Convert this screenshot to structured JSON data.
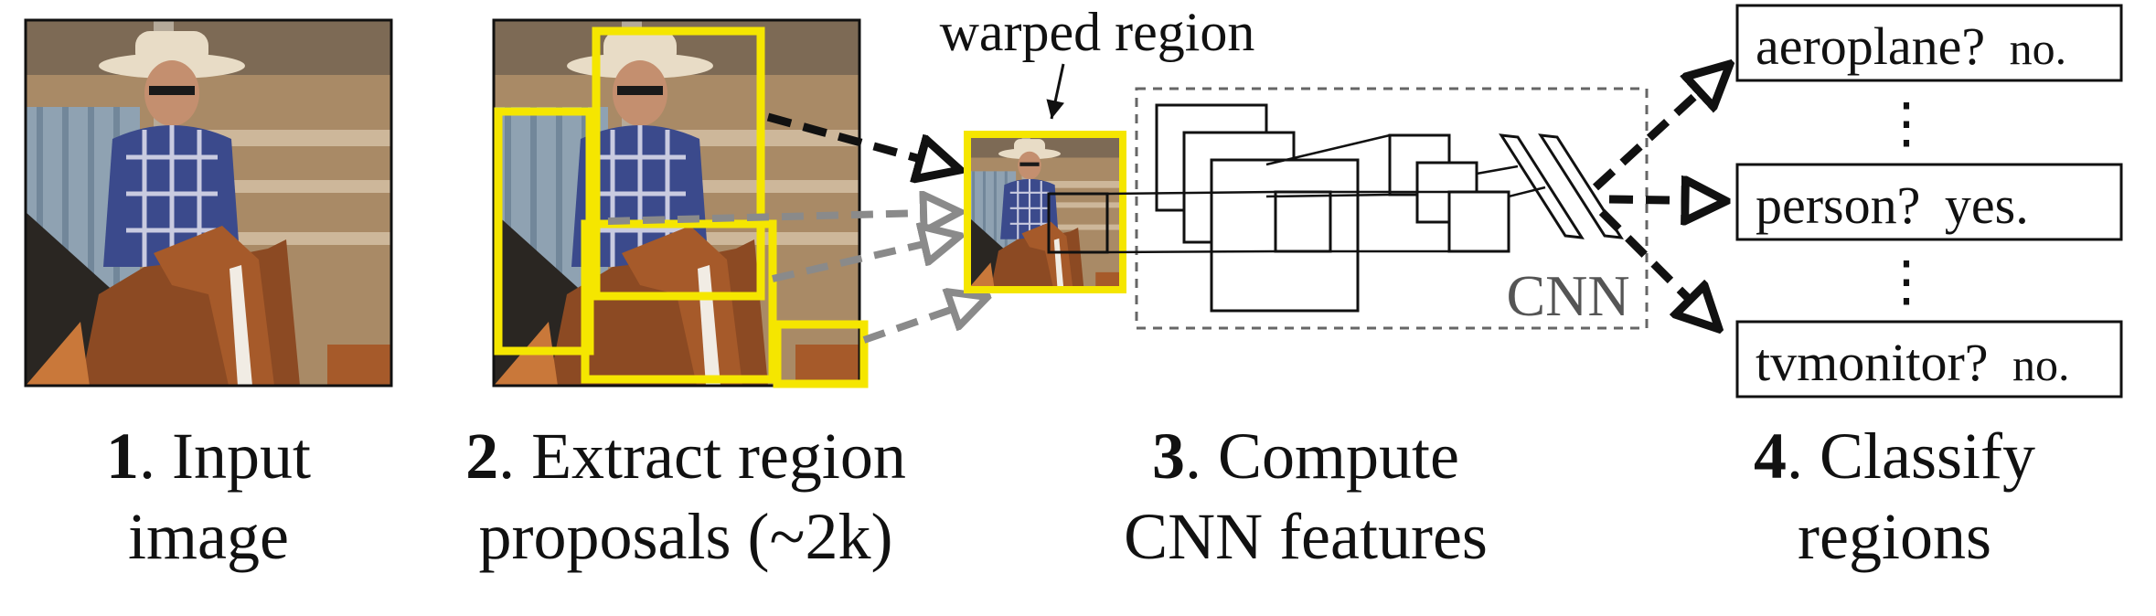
{
  "warped_region_label": "warped region",
  "cnn_label": "CNN",
  "steps": [
    {
      "number": "1",
      "line1": ". Input",
      "line2": "image"
    },
    {
      "number": "2",
      "line1": ". Extract region",
      "line2": "proposals (~2k)"
    },
    {
      "number": "3",
      "line1": ". Compute",
      "line2": "CNN features"
    },
    {
      "number": "4",
      "line1": ". Classify",
      "line2": "regions"
    }
  ],
  "classes": [
    {
      "name": "aeroplane?",
      "answer": "no."
    },
    {
      "name": "person?",
      "answer": "yes."
    },
    {
      "name": "tvmonitor?",
      "answer": "no."
    }
  ],
  "ellipsis": "⋮",
  "colors": {
    "proposal_box": "#f5e600",
    "arrow_dark": "#111111",
    "arrow_gray": "#8a8a8a",
    "cnn_frame": "#666666"
  }
}
